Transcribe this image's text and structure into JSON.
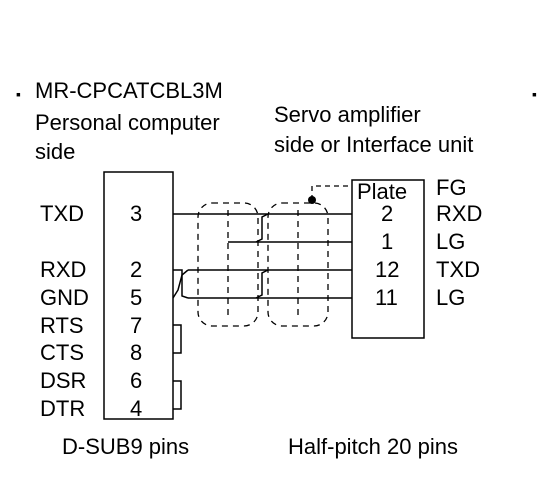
{
  "header": {
    "bullet": "▪",
    "cable_name": "MR-CPCATCBL3M",
    "pc_side_line1": "Personal computer",
    "pc_side_line2": "side",
    "servo_side_line1": "Servo amplifier",
    "servo_side_line2": "side or Interface unit",
    "corner_mark": "▪"
  },
  "left_connector": {
    "signals": [
      "TXD",
      "RXD",
      "GND",
      "RTS",
      "CTS",
      "DSR",
      "DTR"
    ],
    "pins": [
      "3",
      "2",
      "5",
      "7",
      "8",
      "6",
      "4"
    ],
    "caption": "D-SUB9 pins"
  },
  "right_connector": {
    "pins": [
      "Plate",
      "2",
      "1",
      "12",
      "11"
    ],
    "signals": [
      "FG",
      "RXD",
      "LG",
      "TXD",
      "LG"
    ],
    "caption": "Half-pitch 20 pins"
  }
}
